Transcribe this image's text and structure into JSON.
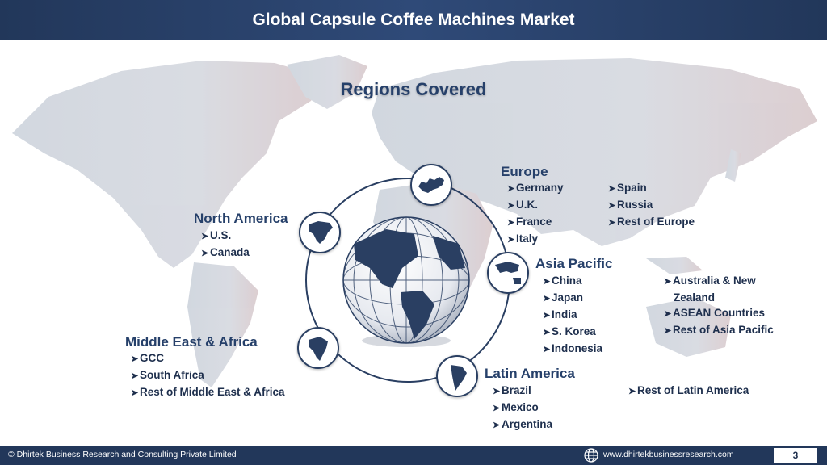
{
  "header": {
    "title": "Global Capsule Coffee Machines Market"
  },
  "main": {
    "regions_title": "Regions Covered"
  },
  "regions": {
    "north_america": {
      "title": "North America",
      "items": [
        "U.S.",
        "Canada"
      ]
    },
    "europe": {
      "title": "Europe",
      "col1": [
        "Germany",
        "U.K.",
        "France",
        "Italy"
      ],
      "col2": [
        "Spain",
        "Russia",
        "Rest of Europe"
      ]
    },
    "asia_pacific": {
      "title": "Asia Pacific",
      "col1": [
        "China",
        "Japan",
        "India",
        "S. Korea",
        "Indonesia"
      ],
      "col2": [
        "Australia & New",
        "Zealand",
        "ASEAN Countries",
        "Rest of Asia Pacific"
      ]
    },
    "middle_east_africa": {
      "title": "Middle East & Africa",
      "items": [
        "GCC",
        "South Africa",
        "Rest of Middle East & Africa"
      ]
    },
    "latin_america": {
      "title": "Latin America",
      "col1": [
        "Brazil",
        "Mexico",
        "Argentina"
      ],
      "col2": [
        "Rest of Latin America"
      ]
    }
  },
  "footer": {
    "copyright": "© Dhirtek Business Research and Consulting Private Limited",
    "website": "www.dhirtekbusinessresearch.com",
    "page_number": "3"
  },
  "icons": {
    "bullet": "arrowhead-bullet-icon",
    "globe": "globe-icon",
    "web": "web-globe-icon"
  },
  "colors": {
    "header_bg": "#22375a",
    "accent": "#26406a",
    "text": "#1e2f4d"
  }
}
